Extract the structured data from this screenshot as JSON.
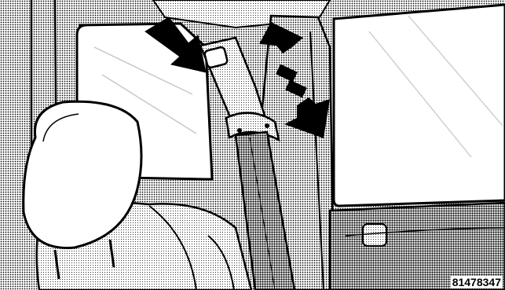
{
  "figure": {
    "id_label": "81478347"
  },
  "icons": {
    "push_arrow": "arrow-pointing-at-release-button",
    "adjust_arrow": "double-headed-dashed-arrow-up-down"
  },
  "colors": {
    "ink": "#000000",
    "paper": "#ffffff",
    "halftone_light": "#dcdcdc",
    "halftone_mid": "#bdbdbd",
    "halftone_dark": "#8f8f8f",
    "belt": "#a5a5a5"
  }
}
